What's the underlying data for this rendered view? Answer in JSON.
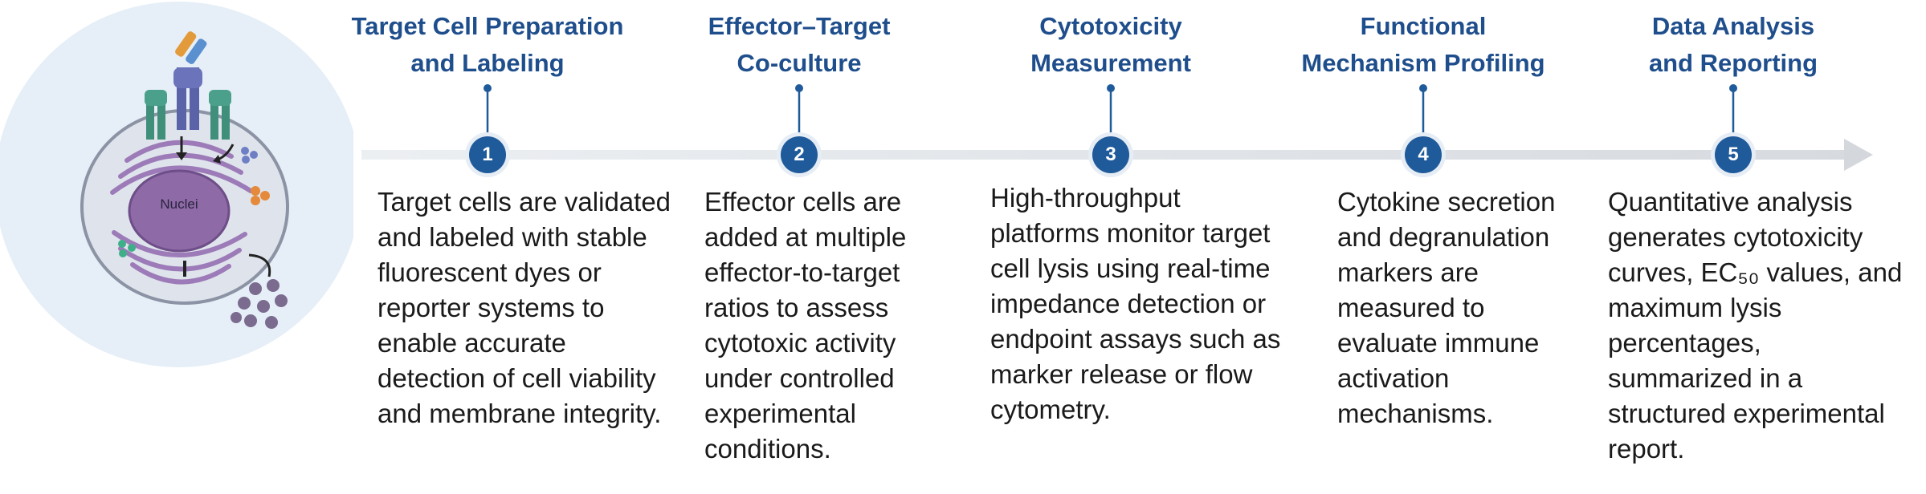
{
  "illustration": {
    "nucleus_label": "Nuclei"
  },
  "steps": [
    {
      "number": "1",
      "title": "Target Cell Preparation\nand Labeling",
      "description": [
        "Target cells are validated",
        "and labeled with stable",
        "fluorescent dyes or",
        "reporter systems to",
        "enable accurate",
        "detection of cell viability",
        "and membrane integrity."
      ]
    },
    {
      "number": "2",
      "title": "Effector–Target\nCo-culture",
      "description": [
        "Effector cells are",
        "added at multiple",
        "effector-to-target",
        "ratios to assess",
        "cytotoxic activity",
        "under controlled",
        "experimental",
        "conditions."
      ]
    },
    {
      "number": "3",
      "title": "Cytotoxicity\nMeasurement",
      "description": [
        "High-throughput",
        "platforms monitor target",
        "cell lysis using real-time",
        "impedance detection or",
        "endpoint assays such as",
        "marker release or flow",
        "cytometry."
      ]
    },
    {
      "number": "4",
      "title": "Functional\nMechanism Profiling",
      "description": [
        "Cytokine secretion",
        "and degranulation",
        "markers are",
        "measured to",
        "evaluate immune",
        "activation",
        "mechanisms."
      ]
    },
    {
      "number": "5",
      "title": "Data Analysis\nand Reporting",
      "description": [
        "Quantitative analysis",
        "generates cytotoxicity",
        "curves, EC₅₀ values, and",
        "maximum lysis",
        "percentages,",
        "summarized in a",
        "structured experimental",
        "report."
      ]
    }
  ]
}
